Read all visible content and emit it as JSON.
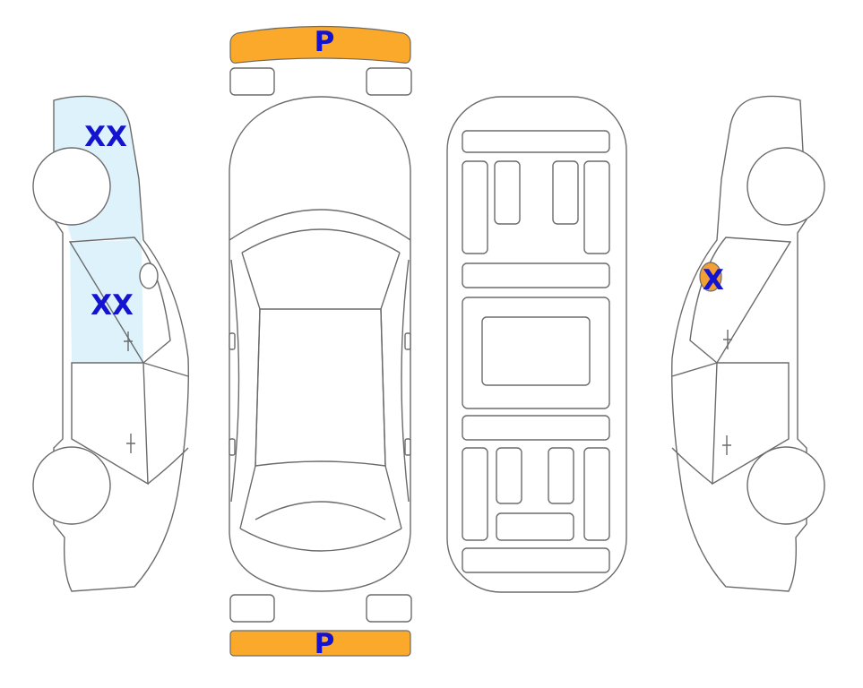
{
  "colors": {
    "outline": "#6b6b6b",
    "background": "#ffffff",
    "bumper_fill": "#FBA92A",
    "panel_highlight": "#DDF2FA",
    "mark_text": "#1414D0",
    "mirror_fill": "#F0A035"
  },
  "bumpers": {
    "front_label": "P",
    "rear_label": "P"
  },
  "left_side": {
    "upper_panel_mark": "XX",
    "door_panel_mark": "XX"
  },
  "right_side": {
    "mirror_mark": "X"
  }
}
